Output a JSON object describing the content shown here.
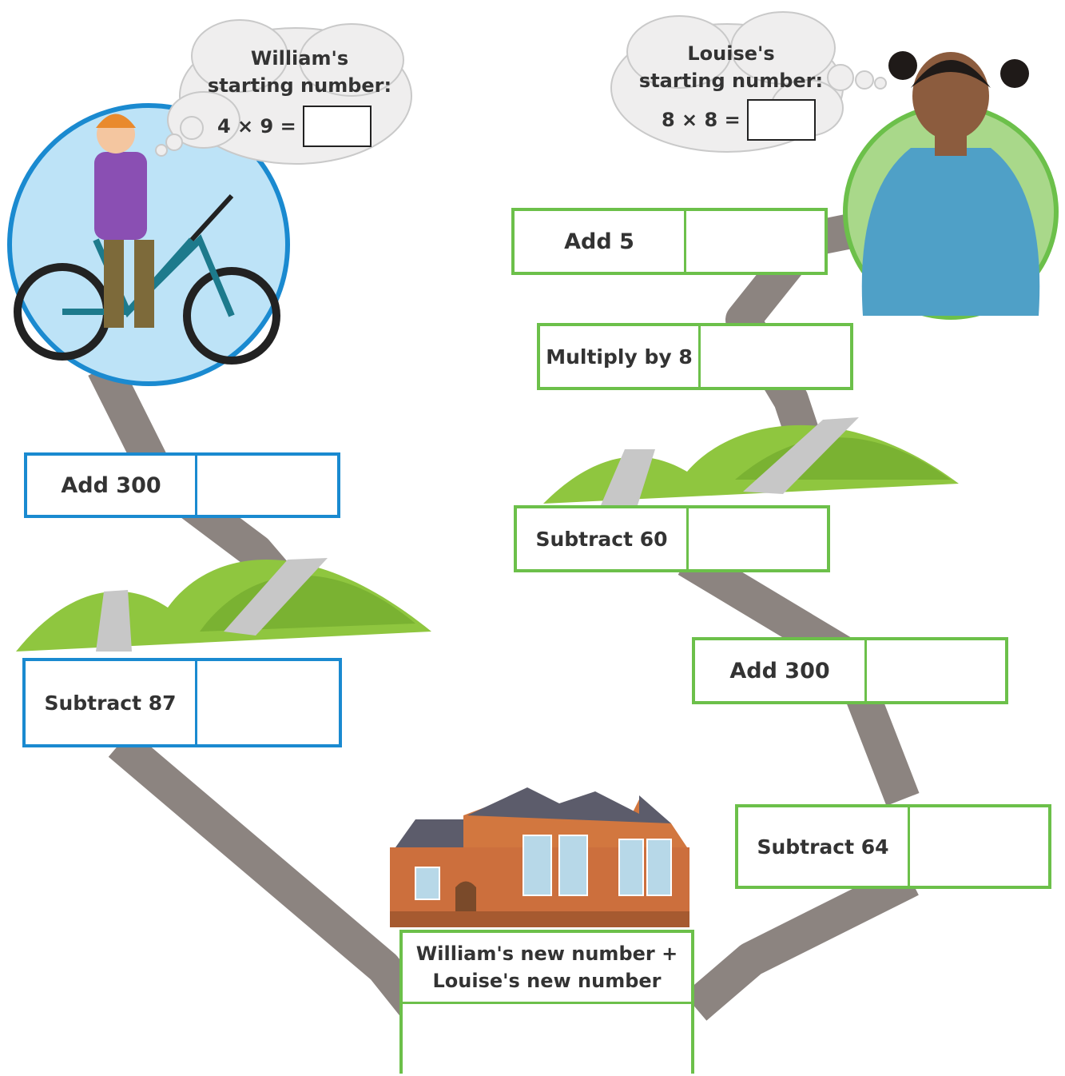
{
  "william": {
    "cloud_line1": "William's",
    "cloud_line2": "starting number:",
    "equation": "4 × 9 ="
  },
  "louise": {
    "cloud_line1": "Louise's",
    "cloud_line2": "starting number:",
    "equation": "8 × 8 ="
  },
  "william_steps": [
    "Add 300",
    "Subtract 87"
  ],
  "louise_steps": [
    "Add 5",
    "Multiply by 8",
    "Subtract 60",
    "Add 300",
    "Subtract 64"
  ],
  "final": {
    "line1": "William's new number +",
    "line2": "Louise's new number"
  },
  "colors": {
    "william_border": "#1a8ad0",
    "louise_border": "#6cc04a",
    "road": "#8c8480",
    "hill": "#8fc63f"
  }
}
